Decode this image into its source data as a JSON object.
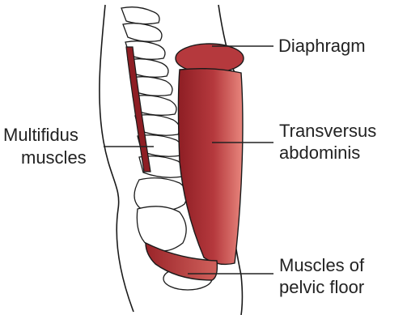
{
  "labels": {
    "diaphragm": "Diaphragm",
    "transversus": [
      "Transversus",
      "abdominis"
    ],
    "multifidus": [
      "Multifidus",
      "muscles"
    ],
    "pelvic_floor": [
      "Muscles of",
      "pelvic floor"
    ]
  },
  "colors": {
    "muscle_dark": "#8e1e24",
    "muscle_mid": "#b5393d",
    "muscle_light": "#e8867d",
    "outline": "#1a1a1a",
    "leader": "#222222"
  }
}
